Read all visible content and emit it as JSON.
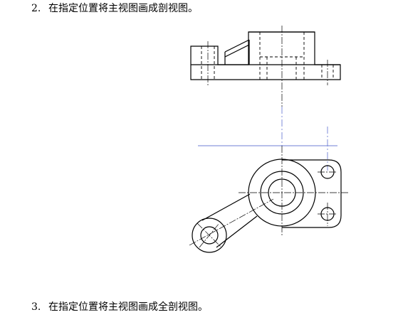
{
  "questions": [
    {
      "number": "2.",
      "text": "在指定位置将主视图画成剖视图。"
    },
    {
      "number": "3.",
      "text": "在指定位置将主视图画成全剖视图。"
    }
  ],
  "colors": {
    "line": "#000000",
    "projection_line": "#6f7fd6",
    "background": "#ffffff"
  }
}
